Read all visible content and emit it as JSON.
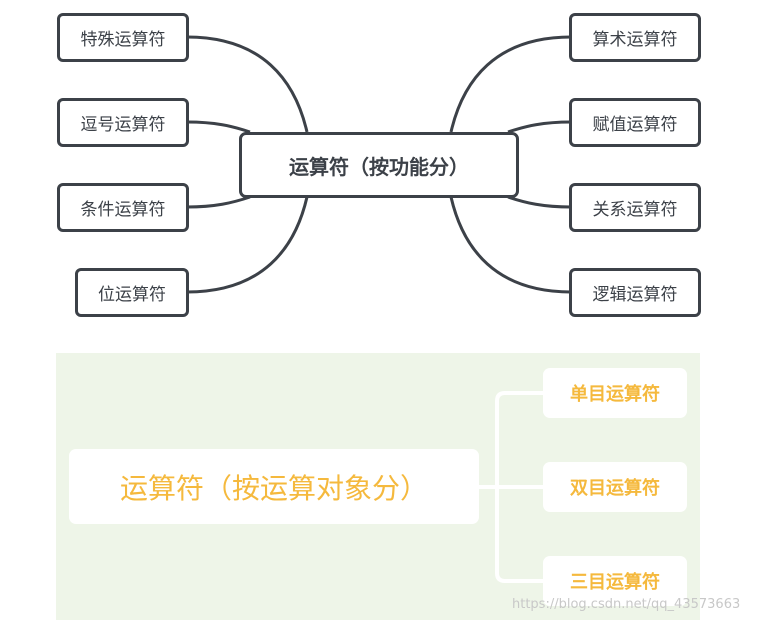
{
  "diagram1": {
    "center": "运算符（按功能分）",
    "left": [
      "特殊运算符",
      "逗号运算符",
      "条件运算符",
      "位运算符"
    ],
    "right": [
      "算术运算符",
      "赋值运算符",
      "关系运算符",
      "逻辑运算符"
    ]
  },
  "diagram2": {
    "root": "运算符（按运算对象分）",
    "children": [
      "单目运算符",
      "双目运算符",
      "三目运算符"
    ]
  },
  "watermark": "https://blog.csdn.net/qq_43573663",
  "colors": {
    "stroke": "#3c4148",
    "panel_bg": "#eef5e8",
    "accent_text": "#f5b93d"
  }
}
